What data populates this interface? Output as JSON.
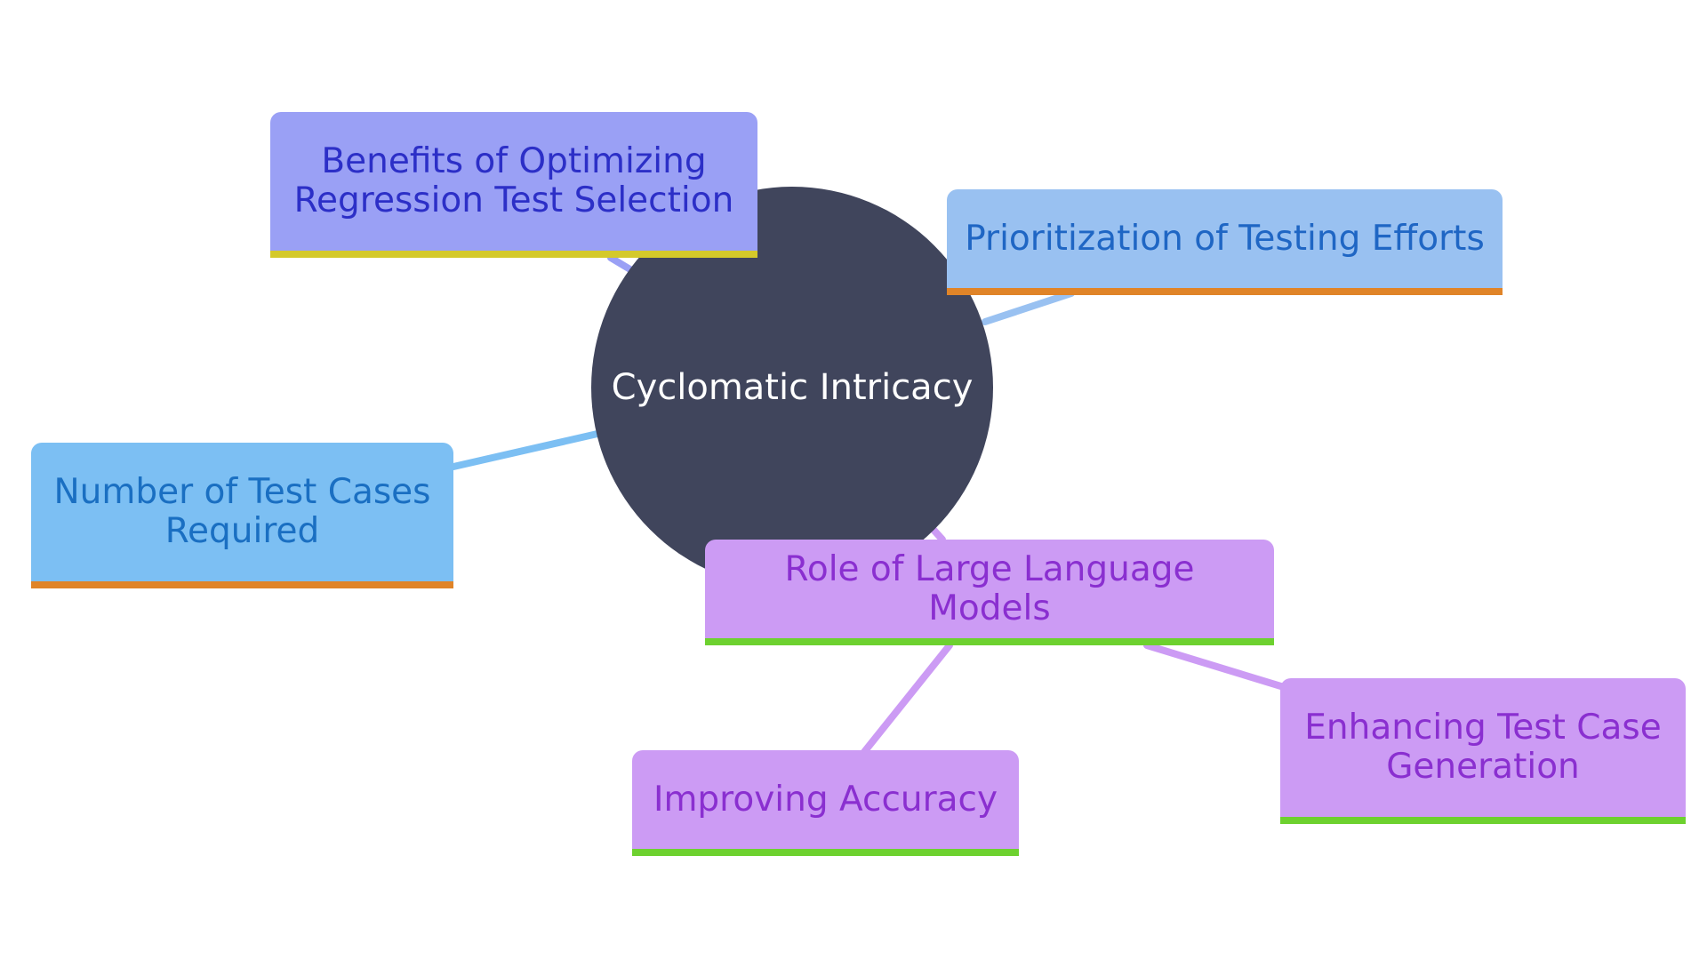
{
  "mindmap": {
    "center": {
      "label": "Cyclomatic Intricacy"
    },
    "nodes": {
      "benefits": {
        "label": "Benefits of Optimizing Regression Test Selection"
      },
      "prioritization": {
        "label": "Prioritization of Testing Efforts"
      },
      "number": {
        "label": "Number of Test Cases Required"
      },
      "role": {
        "label": "Role of Large Language Models"
      },
      "improving": {
        "label": "Improving Accuracy"
      },
      "enhancing": {
        "label": "Enhancing Test Case Generation"
      }
    },
    "colors": {
      "center_fill": "#40455c",
      "indigo_fill": "#9aa0f5",
      "light_blue_fill": "#99c1f1",
      "blue_fill": "#7cbff3",
      "purple_fill": "#cc9bf4",
      "yellow_accent": "#d4c92a",
      "orange_accent": "#e08428",
      "green_accent": "#6dd12f"
    }
  }
}
